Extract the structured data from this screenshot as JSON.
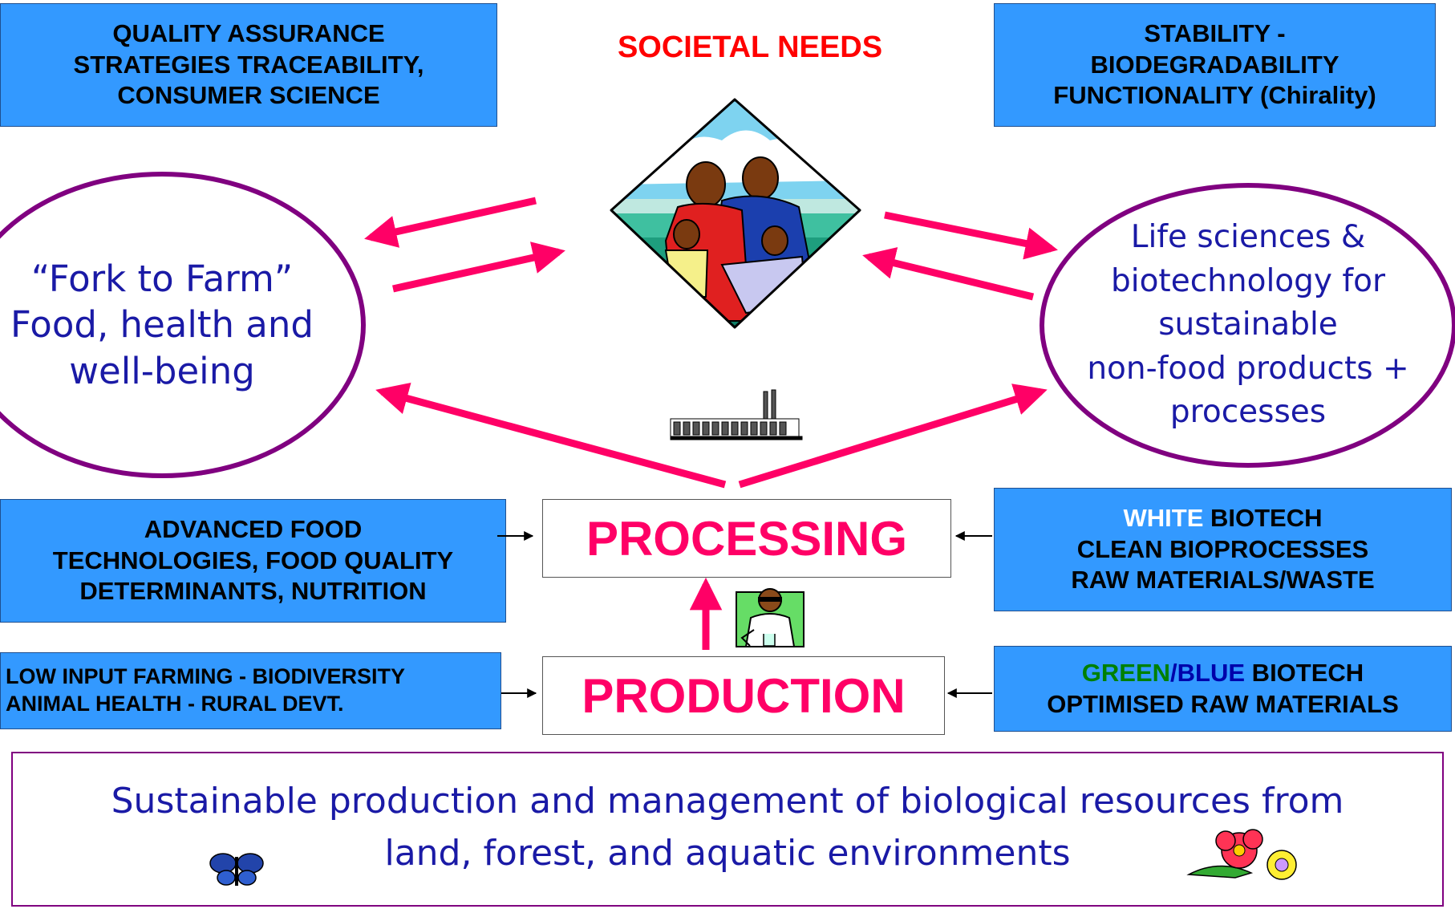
{
  "title": "SOCIETAL NEEDS",
  "top_left_box": [
    "QUALITY ASSURANCE",
    "STRATEGIES TRACEABILITY,",
    "CONSUMER SCIENCE"
  ],
  "top_right_box": [
    "STABILITY -",
    "BIODEGRADABILITY",
    "FUNCTIONALITY (Chirality)"
  ],
  "left_ellipse": [
    "“Fork to Farm”",
    "Food, health and",
    "well-being"
  ],
  "right_ellipse": [
    "Life sciences &",
    "biotechnology for",
    "sustainable",
    "non-food products +",
    "processes"
  ],
  "processing_label": "PROCESSING",
  "production_label": "PRODUCTION",
  "mid_left_box": [
    "ADVANCED FOOD",
    "TECHNOLOGIES, FOOD QUALITY",
    "DETERMINANTS, NUTRITION"
  ],
  "mid_right_box": {
    "white_word": "WHITE",
    "line1_rest": " BIOTECH",
    "line2": "CLEAN BIOPROCESSES",
    "line3": "RAW MATERIALS/WASTE"
  },
  "low_left_box": [
    "LOW INPUT FARMING - BIODIVERSITY",
    "ANIMAL HEALTH - RURAL DEVT."
  ],
  "low_right_box": {
    "green_word": "GREEN",
    "slash": "/",
    "blue_word": "BLUE",
    "line1_rest": " BIOTECH",
    "line2": "OPTIMISED RAW MATERIALS"
  },
  "footer": {
    "line1": "Sustainable production and management of biological resources from",
    "line2": "land, forest, and aquatic environments"
  },
  "colors": {
    "box_fill": "#3399ff",
    "arrow_pink": "#ff0066",
    "ellipse_border": "#800080",
    "title_red": "#ff0000",
    "text_blue": "#1a1aa6",
    "green_word": "#008000",
    "blue_word": "#0000aa",
    "white_word": "#ffffff"
  },
  "icons": [
    "family-icon",
    "factory-icon",
    "scientist-icon",
    "butterfly-icon",
    "flower-icon"
  ]
}
